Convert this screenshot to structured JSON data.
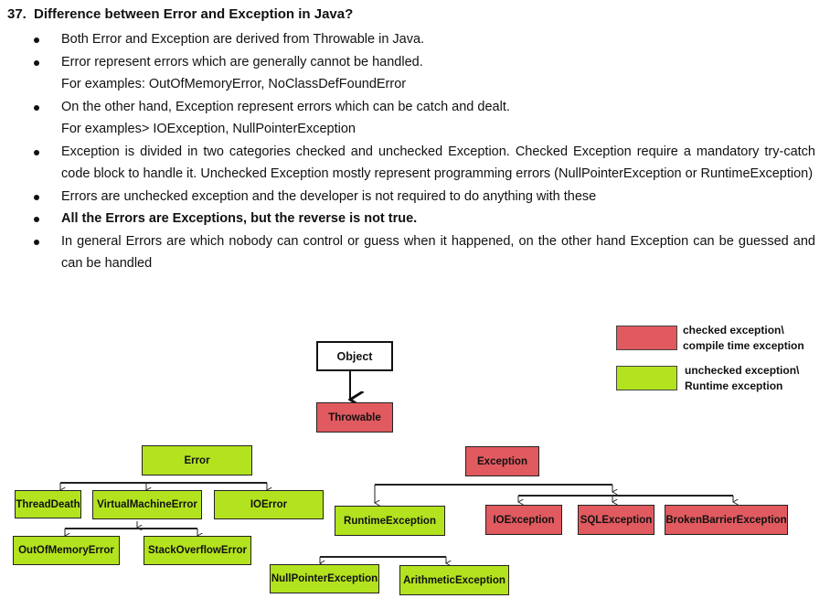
{
  "question": {
    "number": "37.",
    "title": "Difference between Error and Exception in Java?"
  },
  "bullets": [
    {
      "text": "Both Error and Exception are derived from Throwable in Java.",
      "line2": "",
      "bold": false
    },
    {
      "text": "Error represent errors which are generally cannot be handled.",
      "line2": "For examples: OutOfMemoryError, NoClassDefFoundError",
      "bold": false
    },
    {
      "text": "On the other hand, Exception represent errors which can be catch and dealt.",
      "line2": "For examples> IOException, NullPointerException",
      "bold": false
    },
    {
      "text": "Exception is divided in two categories checked and unchecked Exception. Checked Exception require a mandatory try-catch code block to handle it. Unchecked Exception mostly represent programming errors (NullPointerException or RuntimeException)",
      "line2": "",
      "bold": false
    },
    {
      "text": "Errors are unchecked exception and the developer is not required to do anything with these",
      "line2": "",
      "bold": false
    },
    {
      "text": "All the Errors are Exceptions, but the reverse is not true.",
      "line2": "",
      "bold": true
    },
    {
      "text": "In general Errors are which nobody can control or guess when it happened, on the other hand Exception can be guessed and can be handled",
      "line2": "",
      "bold": false
    }
  ],
  "legend": {
    "checked_line1": "checked exception\\",
    "checked_line2": "compile time exception",
    "unchecked_line1": "unchecked exception\\",
    "unchecked_line2": "Runtime exception",
    "checked_color": "#e05a5f",
    "unchecked_color": "#b3e31e"
  },
  "diagram": {
    "object": "Object",
    "throwable": "Throwable",
    "error": "Error",
    "exception": "Exception",
    "thread_death": "ThreadDeath",
    "virtual_machine_error": "VirtualMachineError",
    "io_error": "IOError",
    "out_of_memory_error": "OutOfMemoryError",
    "stack_overflow_error": "StackOverflowError",
    "runtime_exception": "RuntimeException",
    "io_exception": "IOException",
    "sql_exception": "SQLException",
    "broken_barrier_exception": "BrokenBarrierException",
    "null_pointer_exception": "NullPointerException",
    "arithmetic_exception": "ArithmeticException"
  }
}
